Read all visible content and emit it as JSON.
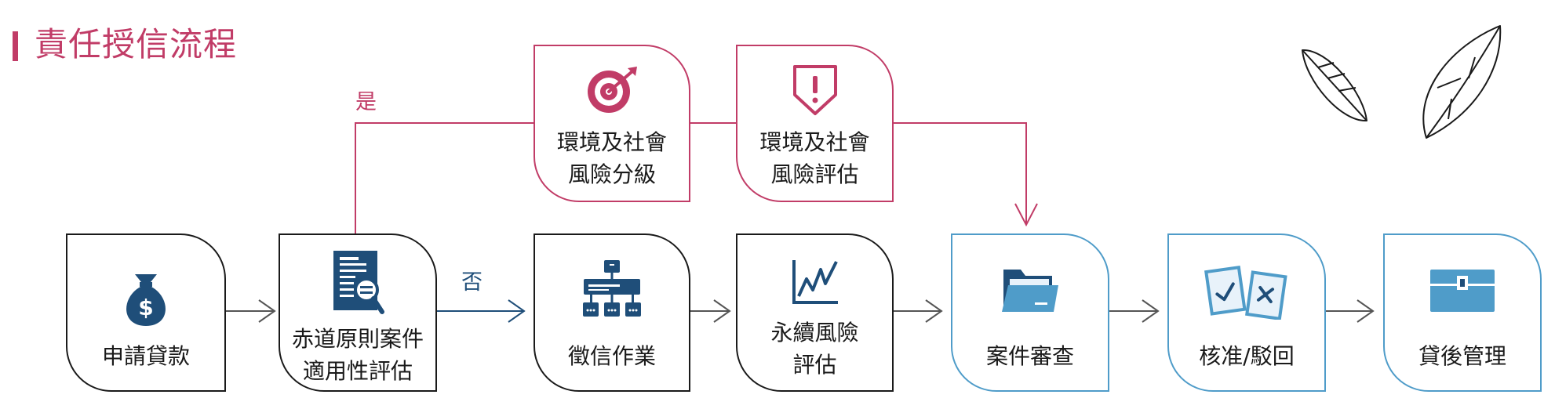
{
  "header": {
    "title": "責任授信流程"
  },
  "steps": {
    "apply": "申請貸款",
    "ep_assessment": "赤道原則案件\n適用性評估",
    "credit_check": "徵信作業",
    "sustain_risk": "永續風險\n評估",
    "case_review": "案件審查",
    "approve_reject": "核准/駁回",
    "post_mgmt": "貸後管理",
    "esg_grading": "環境及社會\n風險分級",
    "esg_assessment": "環境及社會\n風險評估"
  },
  "branches": {
    "yes": "是",
    "no": "否"
  },
  "icons": {
    "apply": "money-bag-icon",
    "ep_assessment": "document-magnifier-icon",
    "credit_check": "org-chart-icon",
    "sustain_risk": "line-chart-icon",
    "case_review": "folder-icon",
    "approve_reject": "approve-reject-documents-icon",
    "post_mgmt": "chest-icon",
    "esg_grading": "target-arrow-icon",
    "esg_assessment": "shield-alert-icon",
    "decoration": "leaves-icon"
  },
  "colors": {
    "accent_red": "#c13c67",
    "navy": "#1f4e79",
    "light_blue": "#4f9cc9",
    "dark_text": "#1a1a1a",
    "connector": "#555555"
  }
}
